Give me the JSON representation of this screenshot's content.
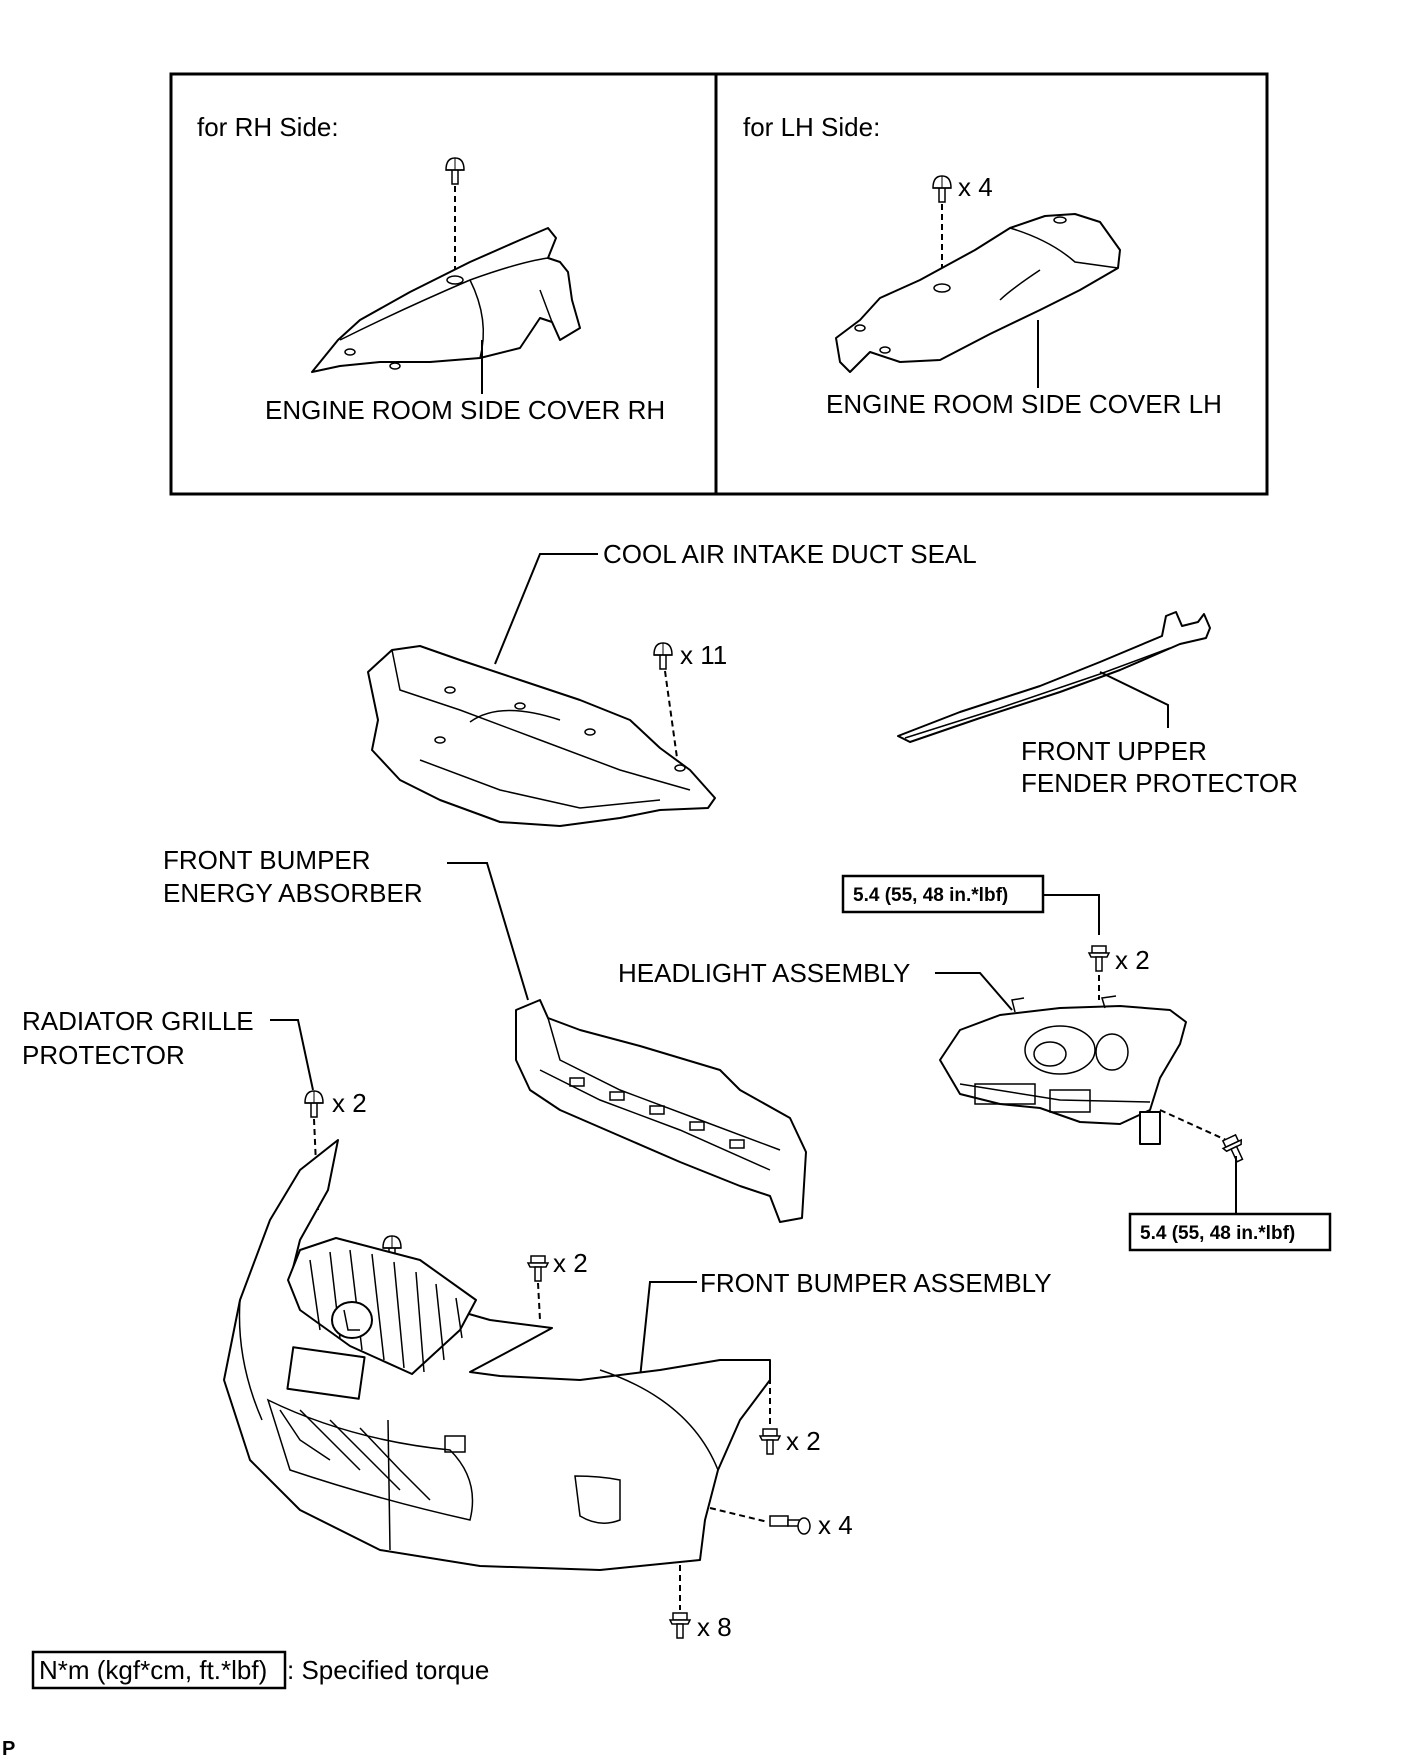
{
  "panels": {
    "rh": {
      "title": "for RH Side:",
      "part": "ENGINE ROOM SIDE COVER RH"
    },
    "lh": {
      "title": "for LH Side:",
      "part": "ENGINE ROOM SIDE COVER LH",
      "clip_qty": "x 4"
    }
  },
  "parts": {
    "cool_air_seal": "COOL AIR INTAKE DUCT SEAL",
    "fender_protector": [
      "FRONT UPPER",
      "FENDER PROTECTOR"
    ],
    "energy_absorber": [
      "FRONT BUMPER",
      "ENERGY ABSORBER"
    ],
    "headlight": "HEADLIGHT ASSEMBLY",
    "grille_protector": [
      "RADIATOR GRILLE",
      "PROTECTOR"
    ],
    "bumper": "FRONT BUMPER ASSEMBLY"
  },
  "quantities": {
    "seal_clips": "x 11",
    "headlight_top_bolts": "x 2",
    "grille_clips": "x 2",
    "bumper_top_clips": "x 2",
    "bumper_side_screws": "x 2",
    "bumper_side_bolts": "x 4",
    "bumper_bottom_screws": "x 8"
  },
  "torque": {
    "headlight_top": "5.4 (55, 48 in.*lbf)",
    "headlight_side": "5.4 (55, 48 in.*lbf)"
  },
  "legend": {
    "box_text": "N*m (kgf*cm, ft.*lbf)",
    "description": ": Specified torque"
  },
  "corner_mark": "P"
}
